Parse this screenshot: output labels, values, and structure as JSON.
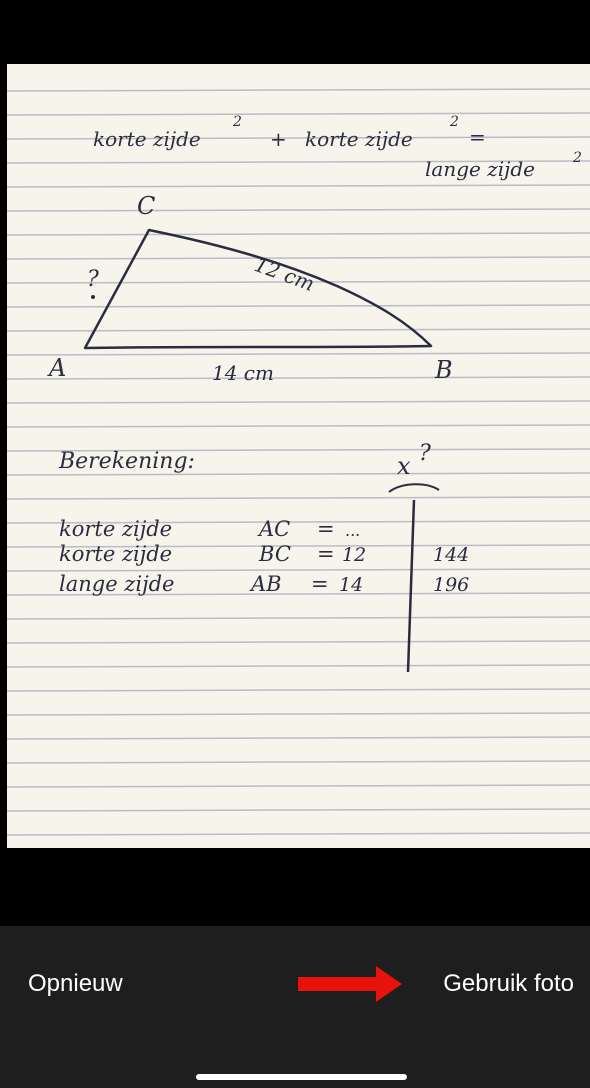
{
  "actions": {
    "retake_label": "Opnieuw",
    "use_photo_label": "Gebruik foto",
    "arrow_color": "#e8120c"
  },
  "photo": {
    "formula": {
      "line1_a": "korte zijde",
      "sup1": "2",
      "plus": "+",
      "line1_b": "korte zijde",
      "sup2": "2",
      "equals": "=",
      "line2": "lange zijde",
      "sup3": "2"
    },
    "triangle": {
      "vertex_a": "A",
      "vertex_b": "B",
      "vertex_c": "C",
      "side_cb": "12 cm",
      "side_ab": "14 cm",
      "side_ac": "?"
    },
    "calculation": {
      "heading": "Berekening:",
      "x_header": "x",
      "x_question": "?",
      "rows": [
        {
          "label": "korte zijde",
          "side": "AC",
          "op": "=",
          "value": "...",
          "squared": ""
        },
        {
          "label": "korte zijde",
          "side": "BC",
          "op": "=",
          "value": "12",
          "squared": "144"
        },
        {
          "label": "lange zijde",
          "side": "AB",
          "op": "=",
          "value": "14",
          "squared": "196"
        }
      ]
    },
    "ink_color": "#2a2d40",
    "paper_color": "#f7f4ec"
  }
}
